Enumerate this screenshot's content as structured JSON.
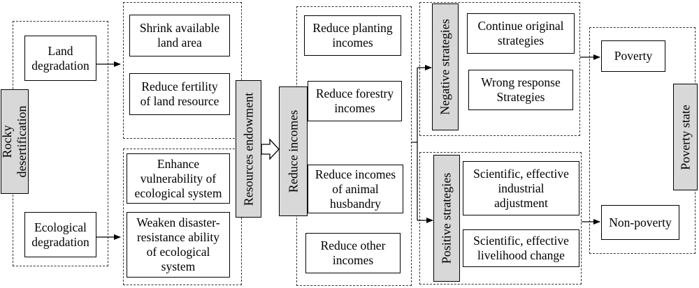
{
  "diagram": {
    "rocky_desertification": "Rocky\ndesertification",
    "land_degradation": "Land\ndegradation",
    "ecological_degradation": "Ecological\ndegradation",
    "shrink_land_area": "Shrink available\nland area",
    "reduce_fertility": "Reduce fertility\nof land resource",
    "enhance_vulnerability": "Enhance\nvulnerability of\necological system",
    "weaken_disaster_resistance": "Weaken disaster-\nresistance ability\nof ecological\nsystem",
    "resources_endowment": "Resources endowment",
    "reduce_incomes": "Reduce incomes",
    "reduce_planting": "Reduce planting\nincomes",
    "reduce_forestry": "Reduce forestry\nincomes",
    "reduce_animal": "Reduce incomes\nof animal\nhusbandry",
    "reduce_other": "Reduce other\nincomes",
    "negative_strategies": "Negative strategies",
    "continue_original": "Continue original\nstrategies",
    "wrong_response": "Wrong response\nStrategies",
    "positive_strategies": "Positive strategies",
    "scientific_industrial": "Scientific, effective\nindustrial\nadjustment",
    "scientific_livelihood": "Scientific, effective\nlivelihood change",
    "poverty_state": "Poverty state",
    "poverty": "Poverty",
    "non_poverty": "Non-poverty"
  }
}
